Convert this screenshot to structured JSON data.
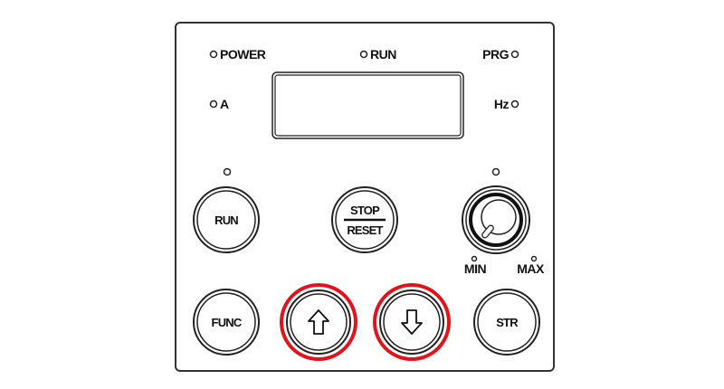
{
  "panel": {
    "indicators": {
      "power": "POWER",
      "run": "RUN",
      "prg": "PRG",
      "a": "A",
      "hz": "Hz"
    },
    "display": "",
    "buttons": {
      "run": "RUN",
      "stop": "STOP",
      "reset": "RESET",
      "func": "FUNC",
      "up": "up-arrow",
      "down": "down-arrow",
      "str": "STR"
    },
    "knob": {
      "min": "MIN",
      "max": "MAX"
    },
    "highlight_color": "#e3131b",
    "highlighted_buttons": [
      "up",
      "down"
    ]
  }
}
